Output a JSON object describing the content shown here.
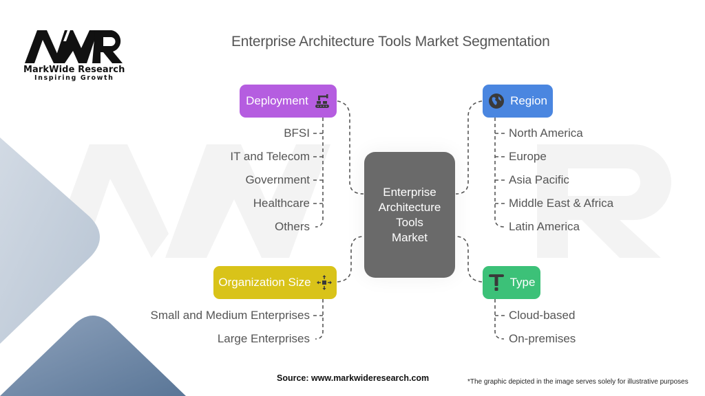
{
  "brand": {
    "logo_text": "MWR",
    "name": "MarkWide Research",
    "tagline": "Inspiring Growth"
  },
  "title": "Enterprise Architecture Tools Market Segmentation",
  "center": {
    "lines": [
      "Enterprise",
      "Architecture",
      "Tools",
      "Market"
    ],
    "color": "#6a6a6a"
  },
  "segments": {
    "deployment": {
      "label": "Deployment",
      "color": "#b55de0",
      "icon": "conveyor-robot-icon",
      "items": [
        "BFSI",
        "IT and Telecom",
        "Government",
        "Healthcare",
        "Others"
      ]
    },
    "region": {
      "label": "Region",
      "color": "#4a86e0",
      "icon": "globe-icon",
      "items": [
        "North America",
        "Europe",
        "Asia Pacific",
        "Middle East & Africa",
        "Latin America"
      ]
    },
    "organization_size": {
      "label": "Organization Size",
      "color": "#d9c319",
      "icon": "move-arrows-icon",
      "items": [
        "Small and Medium Enterprises",
        "Large Enterprises"
      ]
    },
    "type": {
      "label": "Type",
      "color": "#3cc178",
      "icon": "t-letter-icon",
      "items": [
        "Cloud-based",
        "On-premises"
      ]
    }
  },
  "footer": {
    "source": "Source: www.markwideresearch.com",
    "disclaimer": "*The graphic depicted in the image serves solely for illustrative purposes"
  }
}
